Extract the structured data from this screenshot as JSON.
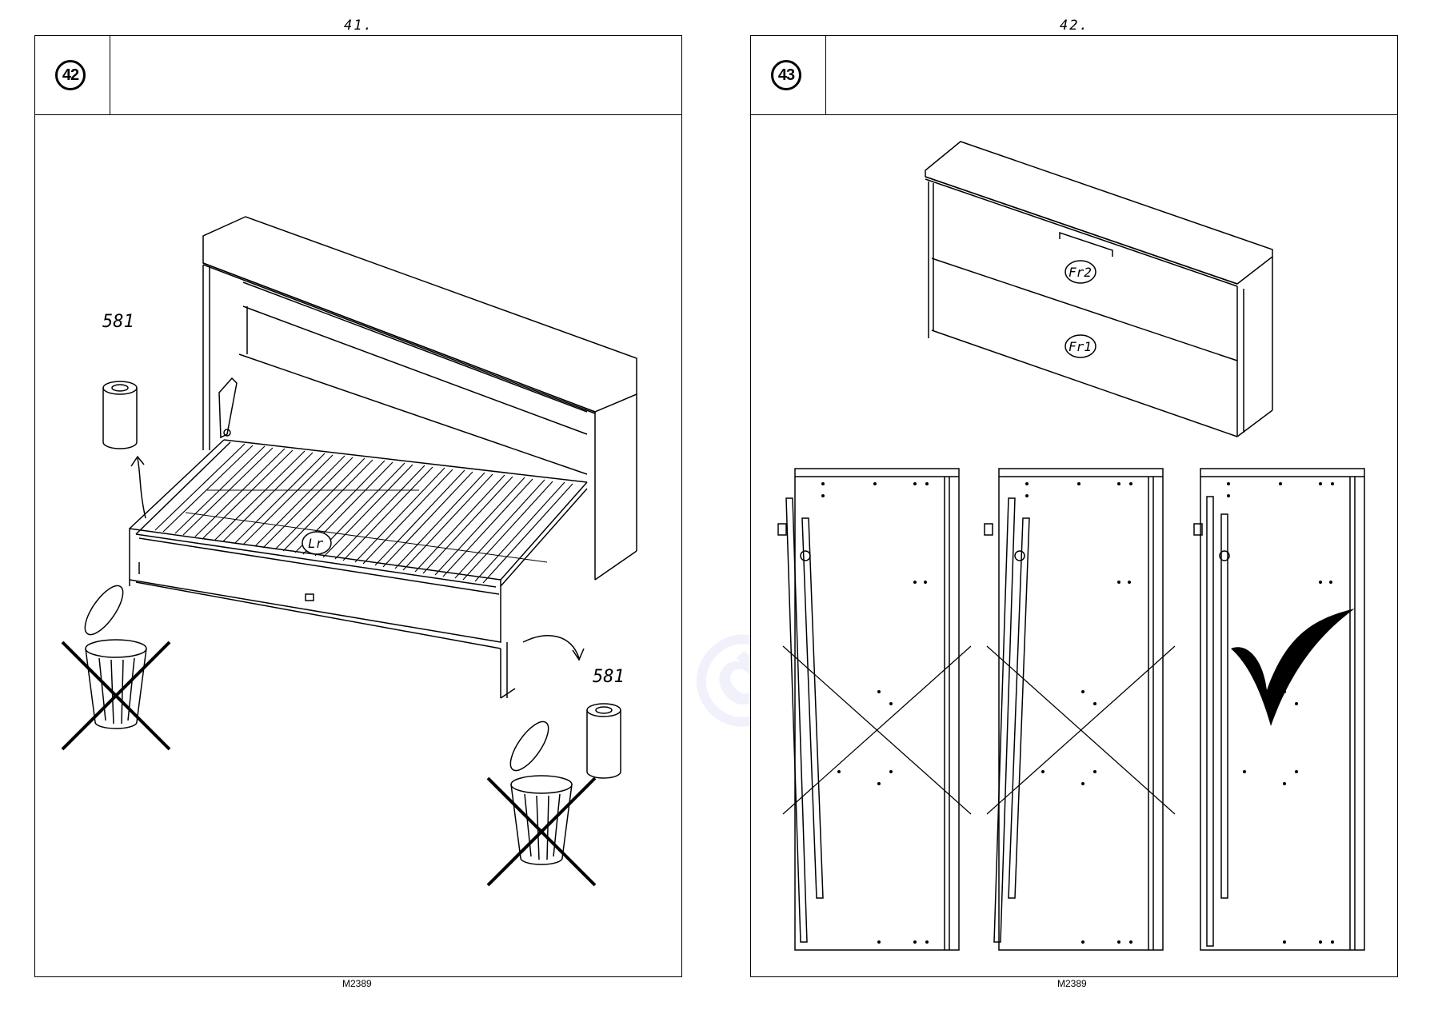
{
  "pages": [
    {
      "page_number": "41.",
      "step": "42",
      "footer": "M2389",
      "labels": {
        "part_left": "581",
        "part_right": "581",
        "bed_label": "Lr"
      }
    },
    {
      "page_number": "42.",
      "step": "43",
      "footer": "M2389",
      "labels": {
        "front_top": "Fr2",
        "front_bottom": "Fr1"
      }
    }
  ],
  "icons": [
    "trash-bin-crossed-icon",
    "cross-mark-icon",
    "check-mark-icon",
    "arrow-icon"
  ],
  "colors": {
    "line": "#000000",
    "background": "#ffffff",
    "watermark": "#dcdcf5"
  }
}
